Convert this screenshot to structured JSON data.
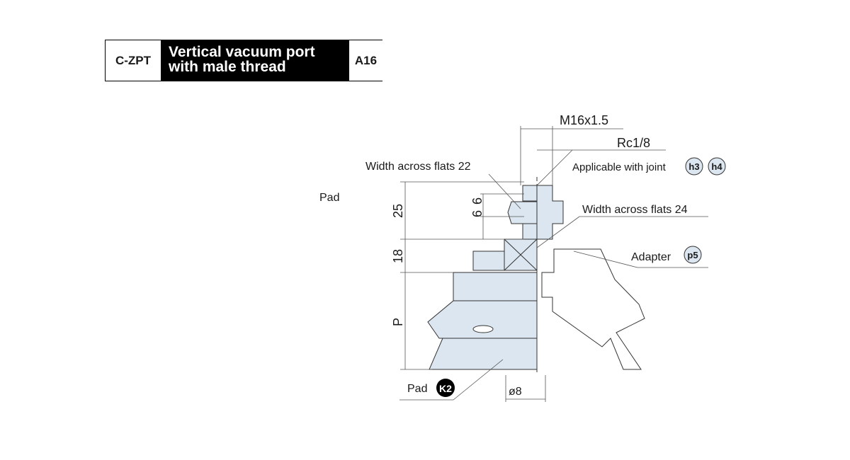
{
  "header": {
    "model": "C-ZPT",
    "description_line1": "Vertical vacuum port",
    "description_line2": "with male thread",
    "code": "A16"
  },
  "side_label": "Pad",
  "dimensions": {
    "thread": "M16x1.5",
    "port": "Rc1/8",
    "flats_top": "Width across flats 22",
    "flats_bottom": "Width across flats 24",
    "applicable": "Applicable with joint",
    "joint_h3": "h3",
    "joint_h4": "h4",
    "adapter": "Adapter",
    "adapter_ref": "p5",
    "pad": "Pad",
    "pad_ref": "K2",
    "diameter": "ø8",
    "dim_25": "25",
    "dim_6a": "6",
    "dim_6b": "6",
    "dim_18": "18",
    "dim_p": "P"
  },
  "colors": {
    "fill": "#dbe6f0",
    "line": "#333333",
    "badge_fill": "#dbe6f0",
    "badge_dark": "#000000"
  }
}
